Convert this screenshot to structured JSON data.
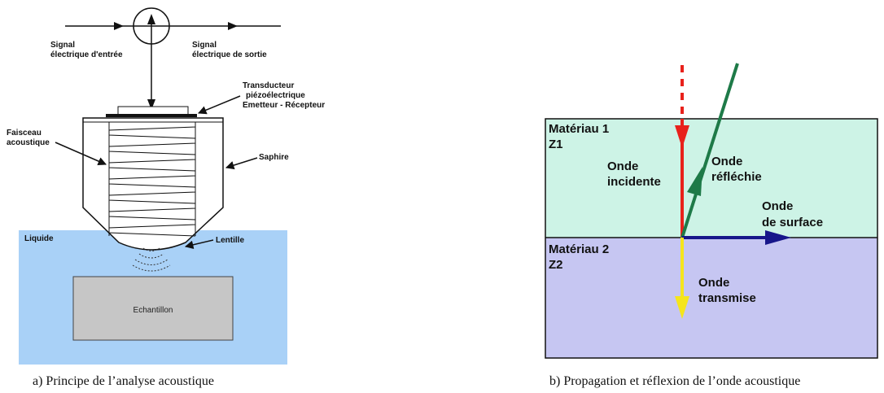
{
  "figure_a": {
    "signal_in": [
      "Signal",
      "électrique d'entrée"
    ],
    "signal_out": [
      "Signal",
      "électrique de sortie"
    ],
    "transducer": [
      "Transducteur",
      "piézoélectrique",
      "Emetteur - Récepteur"
    ],
    "beam": [
      "Faisceau",
      "acoustique"
    ],
    "sapphire": "Saphire",
    "liquid": "Liquide",
    "lens": "Lentille",
    "sample": "Echantillon",
    "caption": "a) Principe de l’analyse acoustique"
  },
  "figure_b": {
    "material1": [
      "Matériau 1",
      "Z1"
    ],
    "material2": [
      "Matériau 2",
      "Z2"
    ],
    "incident": [
      "Onde",
      "incidente"
    ],
    "reflected": [
      "Onde",
      "réfléchie"
    ],
    "surface": [
      "Onde",
      "de surface"
    ],
    "transmitted": [
      "Onde",
      "transmise"
    ],
    "caption": "b) Propagation et réflexion de l’onde acoustique"
  },
  "colors": {
    "liquid": "#a9d1f7",
    "sample": "#c6c6c6",
    "material1": "#cdf3e6",
    "material2": "#c6c6f2",
    "incident": "#e8211b",
    "reflected": "#1e7a48",
    "surface": "#17168a",
    "transmitted": "#f5e51c"
  }
}
